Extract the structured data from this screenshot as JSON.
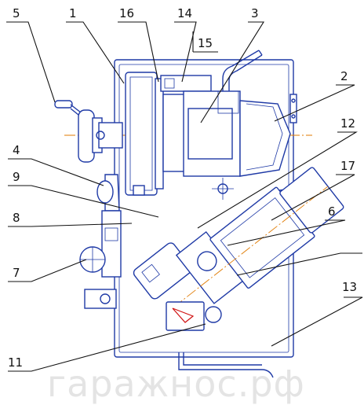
{
  "callouts": [
    {
      "id": "1",
      "label": "1"
    },
    {
      "id": "2",
      "label": "2"
    },
    {
      "id": "3",
      "label": "3"
    },
    {
      "id": "4",
      "label": "4"
    },
    {
      "id": "5",
      "label": "5"
    },
    {
      "id": "6",
      "label": "6"
    },
    {
      "id": "7",
      "label": "7"
    },
    {
      "id": "8",
      "label": "8"
    },
    {
      "id": "9",
      "label": "9"
    },
    {
      "id": "11",
      "label": "11"
    },
    {
      "id": "12",
      "label": "12"
    },
    {
      "id": "13",
      "label": "13"
    },
    {
      "id": "14",
      "label": "14"
    },
    {
      "id": "15",
      "label": "15"
    },
    {
      "id": "16",
      "label": "16"
    },
    {
      "id": "17",
      "label": "17"
    }
  ],
  "watermark": "гаражнос.рф"
}
